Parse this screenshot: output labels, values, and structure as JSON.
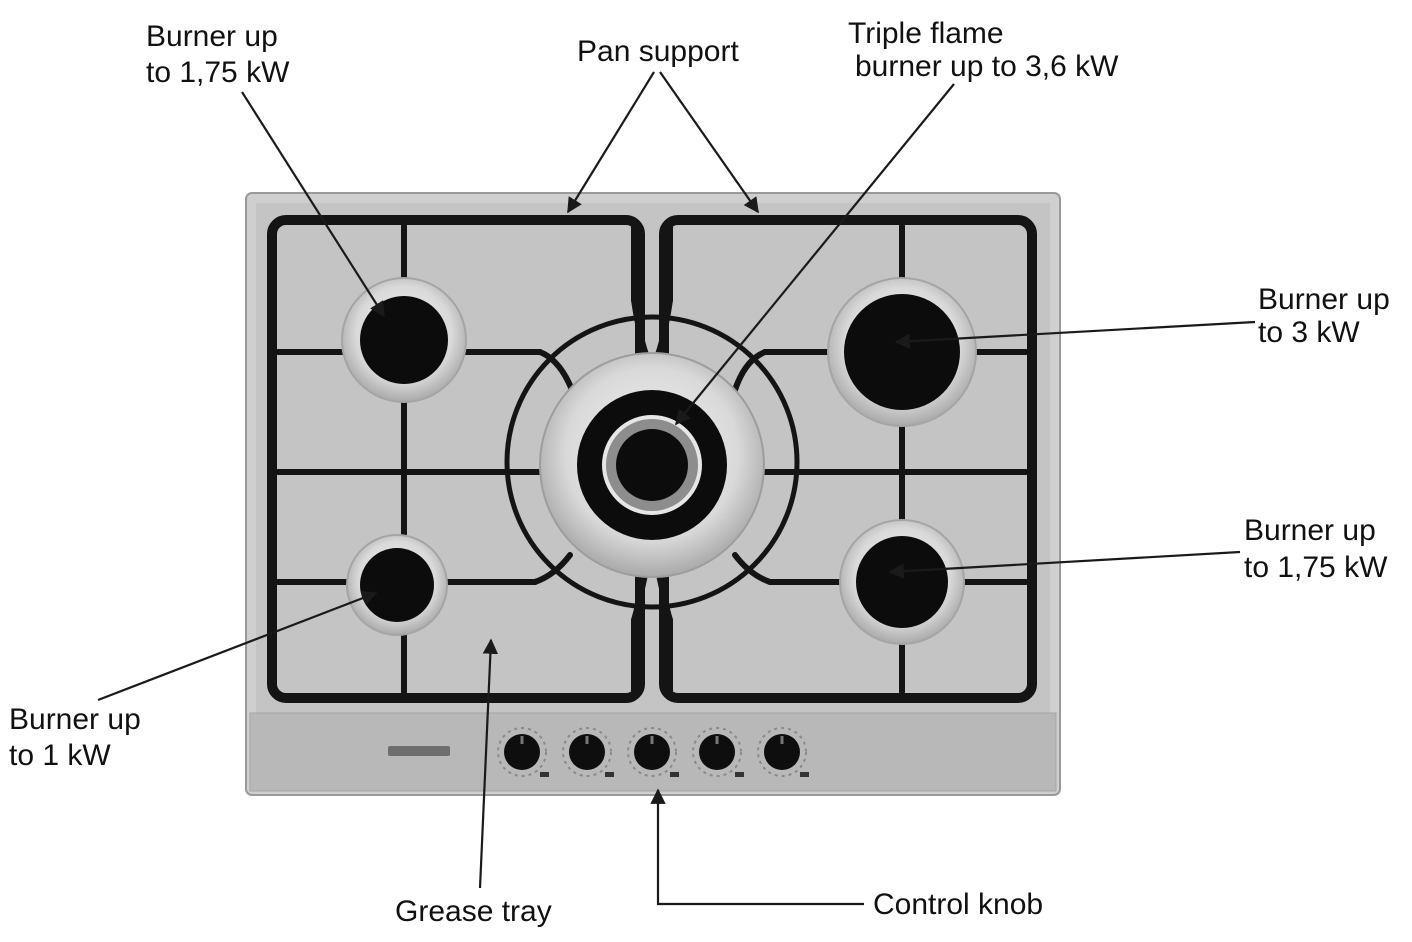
{
  "labels": {
    "burner_top_left": [
      "Burner up",
      "to 1,75 kW"
    ],
    "pan_support": [
      "Pan support"
    ],
    "triple_flame": [
      "Triple flame",
      "burner up to 3,6 kW"
    ],
    "burner_right_top": [
      "Burner up",
      "to 3 kW"
    ],
    "burner_right_bottom": [
      "Burner up",
      "to 1,75 kW"
    ],
    "burner_bottom_left": [
      "Burner up",
      "to 1 kW"
    ],
    "grease_tray": [
      "Grease tray"
    ],
    "control_knob": [
      "Control knob"
    ]
  },
  "colors": {
    "hob_surface": "#c4c4c4",
    "hob_front": "#b8b8b8",
    "grate": "#141414",
    "burner_ring": "#e2e2e2",
    "burner_cap": "#0c0c0c",
    "leader": "#1a1a1a"
  },
  "knobs": {
    "count": 5
  }
}
